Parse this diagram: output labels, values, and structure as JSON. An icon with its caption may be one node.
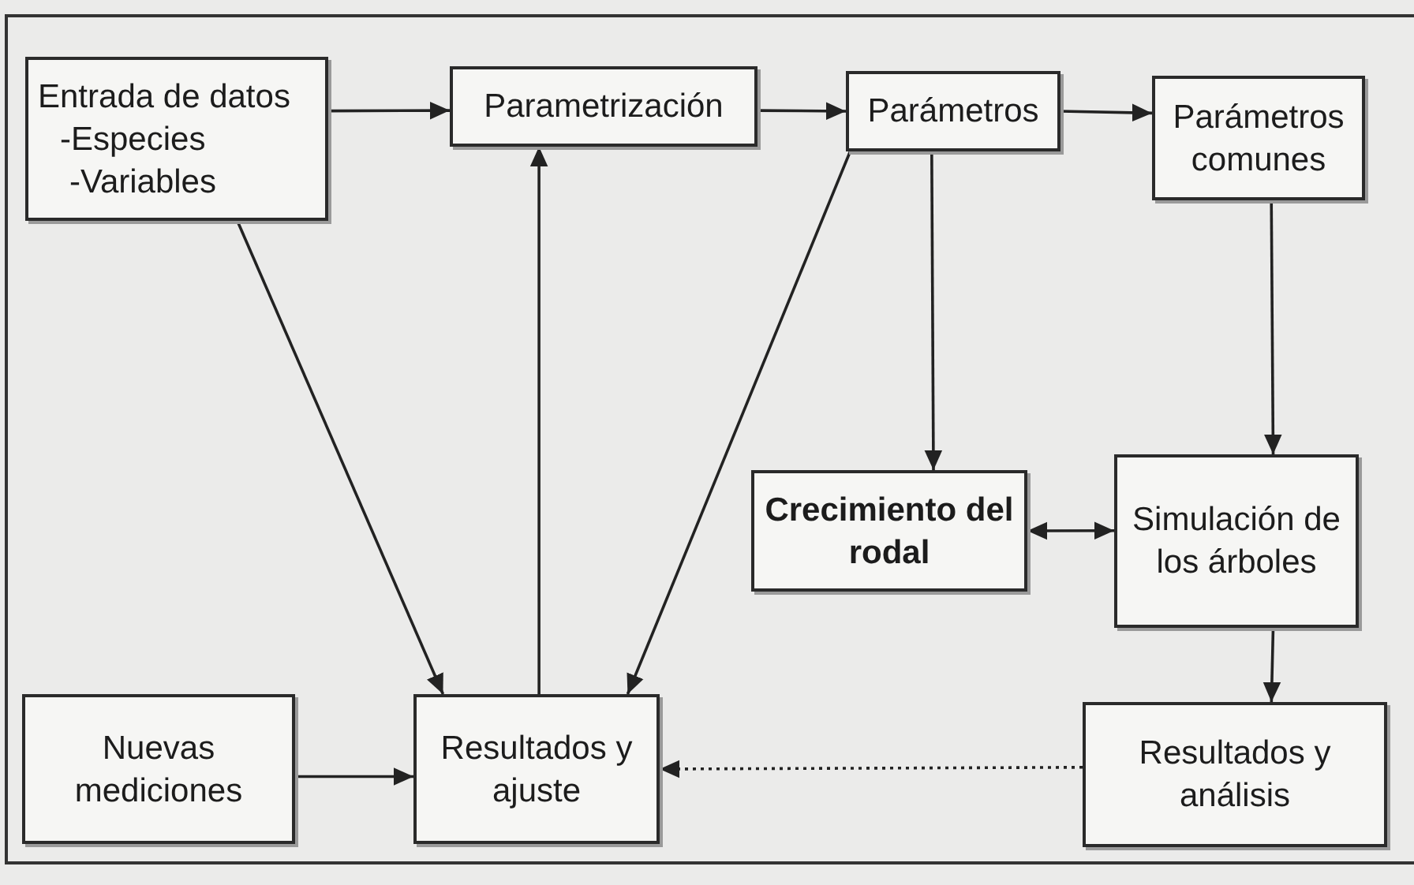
{
  "diagram": {
    "nodes": [
      {
        "text": [
          "Entrada de datos",
          "-Especies",
          "-Variables"
        ]
      },
      {
        "text": [
          "Parametrización"
        ]
      },
      {
        "text": [
          "Parámetros"
        ]
      },
      {
        "text": [
          "Parámetros comunes"
        ]
      },
      {
        "text": [
          "Crecimiento del rodal"
        ]
      },
      {
        "text": [
          "Simulación de los árboles"
        ]
      },
      {
        "text": [
          "Nuevas mediciones"
        ]
      },
      {
        "text": [
          "Resultados y ajuste"
        ]
      },
      {
        "text": [
          "Resultados y análisis"
        ]
      }
    ],
    "edges": [
      {
        "from": 0,
        "to": 1,
        "arrow": "to"
      },
      {
        "from": 1,
        "to": 2,
        "arrow": "to"
      },
      {
        "from": 2,
        "to": 3,
        "arrow": "to"
      },
      {
        "from": 0,
        "to": 7,
        "arrow": "to"
      },
      {
        "from": 7,
        "to": 1,
        "arrow": "to"
      },
      {
        "from": 2,
        "to": 7,
        "arrow": "to"
      },
      {
        "from": 2,
        "to": 4,
        "arrow": "to"
      },
      {
        "from": 3,
        "to": 5,
        "arrow": "to"
      },
      {
        "from": 4,
        "to": 5,
        "arrow": "both"
      },
      {
        "from": 5,
        "to": 8,
        "arrow": "to"
      },
      {
        "from": 6,
        "to": 7,
        "arrow": "to"
      },
      {
        "from": 8,
        "to": 7,
        "arrow": "to",
        "style": "dashed"
      }
    ]
  }
}
